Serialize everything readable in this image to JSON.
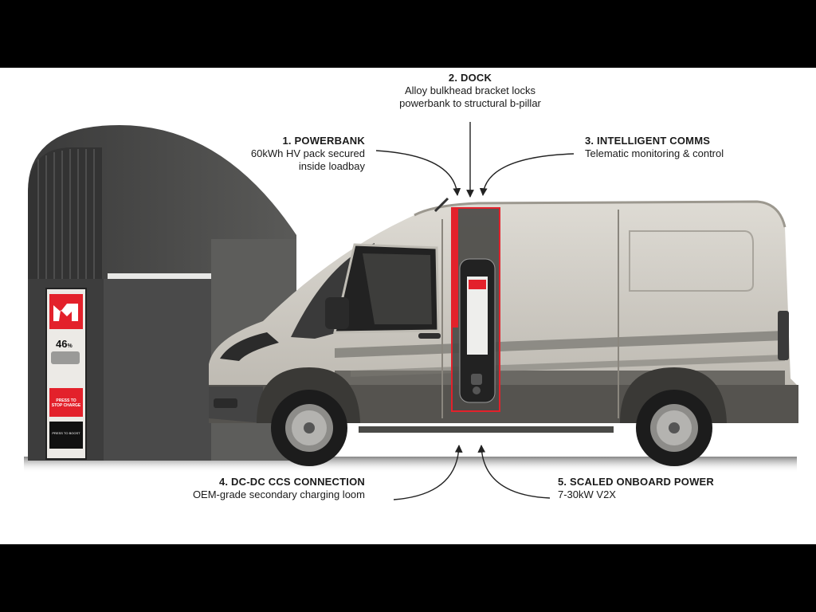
{
  "callouts": [
    {
      "title": "1. POWERBANK",
      "lines": [
        "60kWh HV pack secured",
        "inside loadbay"
      ]
    },
    {
      "title": "2. DOCK",
      "lines": [
        "Alloy bulkhead bracket locks",
        "powerbank to structural b-pillar"
      ]
    },
    {
      "title": "3. INTELLIGENT COMMS",
      "lines": [
        "Telematic monitoring & control"
      ]
    },
    {
      "title": "4. DC-DC CCS CONNECTION",
      "lines": [
        "OEM-grade secondary charging loom"
      ]
    },
    {
      "title": "5. SCALED ONBOARD POWER",
      "lines": [
        "7-30kW V2X"
      ]
    }
  ],
  "charger_screen": {
    "percent": "46",
    "percent_unit": "%",
    "stop_button": "PRESS TO STOP CHARGE",
    "boost_button": "PRESS TO BOOST"
  },
  "colors": {
    "accent": "#e3212b",
    "charger_body": "#4a4a4a",
    "van_body": "#cfcbc3",
    "van_trim": "#55534f",
    "background": "#ffffff",
    "frame": "#000000"
  },
  "icons": [
    "brand-logo-icon",
    "arrow-icon"
  ]
}
